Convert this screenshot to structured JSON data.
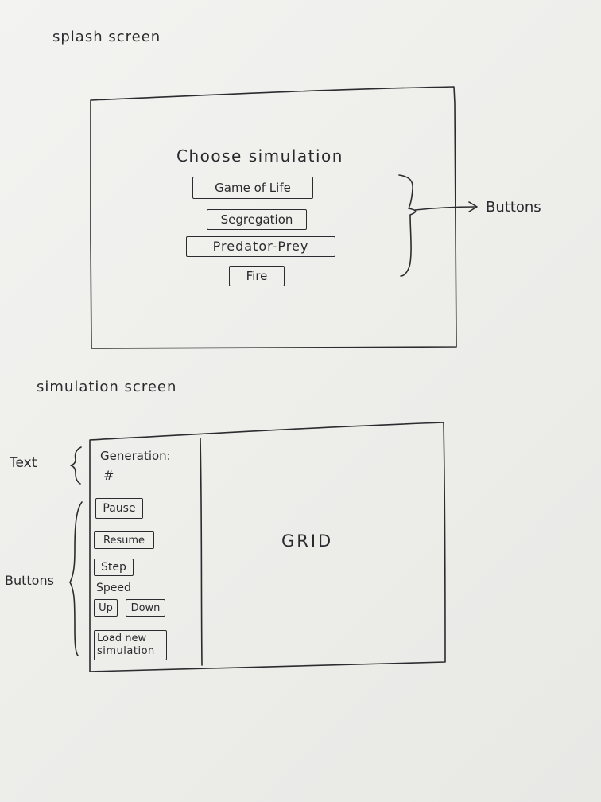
{
  "splash": {
    "heading": "splash screen",
    "title": "Choose simulation",
    "buttons": [
      "Game of Life",
      "Segregation",
      "Predator-Prey",
      "Fire"
    ],
    "buttons_annotation": "Buttons"
  },
  "simulation": {
    "heading": "simulation screen",
    "text_annotation": "Text",
    "generation_label": "Generation:",
    "generation_value": "#",
    "pause_label": "Pause",
    "resume_label": "Resume",
    "step_label": "Step",
    "speed_label": "Speed",
    "up_label": "Up",
    "down_label": "Down",
    "load_label_line1": "Load new",
    "load_label_line2": "simulation",
    "buttons_annotation": "Buttons",
    "grid_label": "GRID"
  }
}
